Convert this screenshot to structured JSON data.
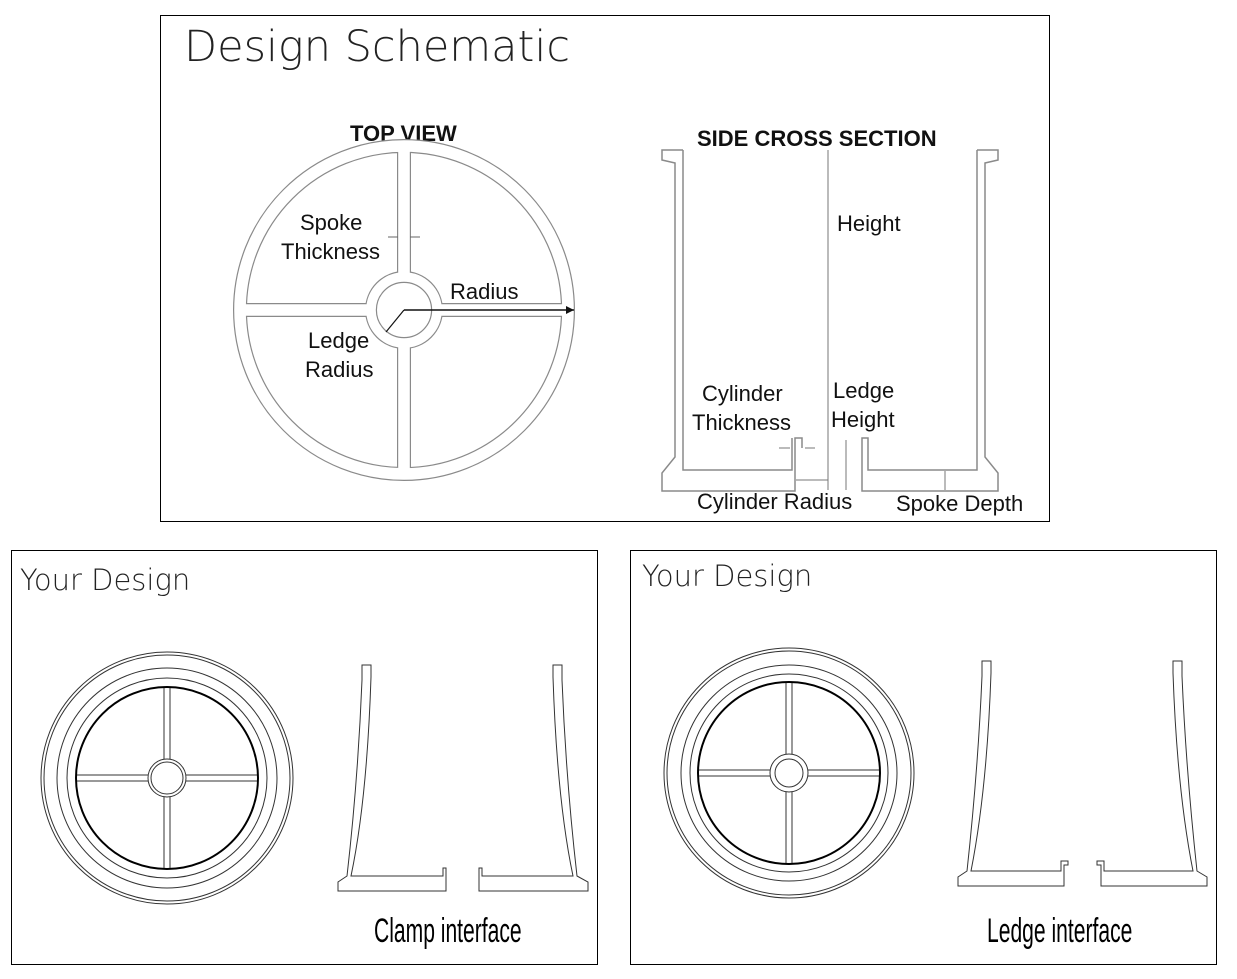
{
  "schematic": {
    "title": "Design Schematic",
    "top_view": {
      "heading": "TOP VIEW",
      "labels": {
        "spoke_1": "Spoke",
        "spoke_2": "Thickness",
        "radius": "Radius",
        "ledge_1": "Ledge",
        "ledge_2": "Radius"
      }
    },
    "side_view": {
      "heading": "SIDE CROSS SECTION",
      "labels": {
        "height": "Height",
        "cyl_1": "Cylinder",
        "cyl_2": "Thickness",
        "ledge_1": "Ledge",
        "ledge_2": "Height",
        "cyl_radius": "Cylinder Radius",
        "spoke_depth": "Spoke Depth"
      }
    }
  },
  "designs": [
    {
      "title": "Your Design",
      "caption": "Clamp interface"
    },
    {
      "title": "Your Design",
      "caption": "Ledge interface"
    }
  ],
  "colors": {
    "outline": "#8a8a8a",
    "dark": "#000000"
  }
}
